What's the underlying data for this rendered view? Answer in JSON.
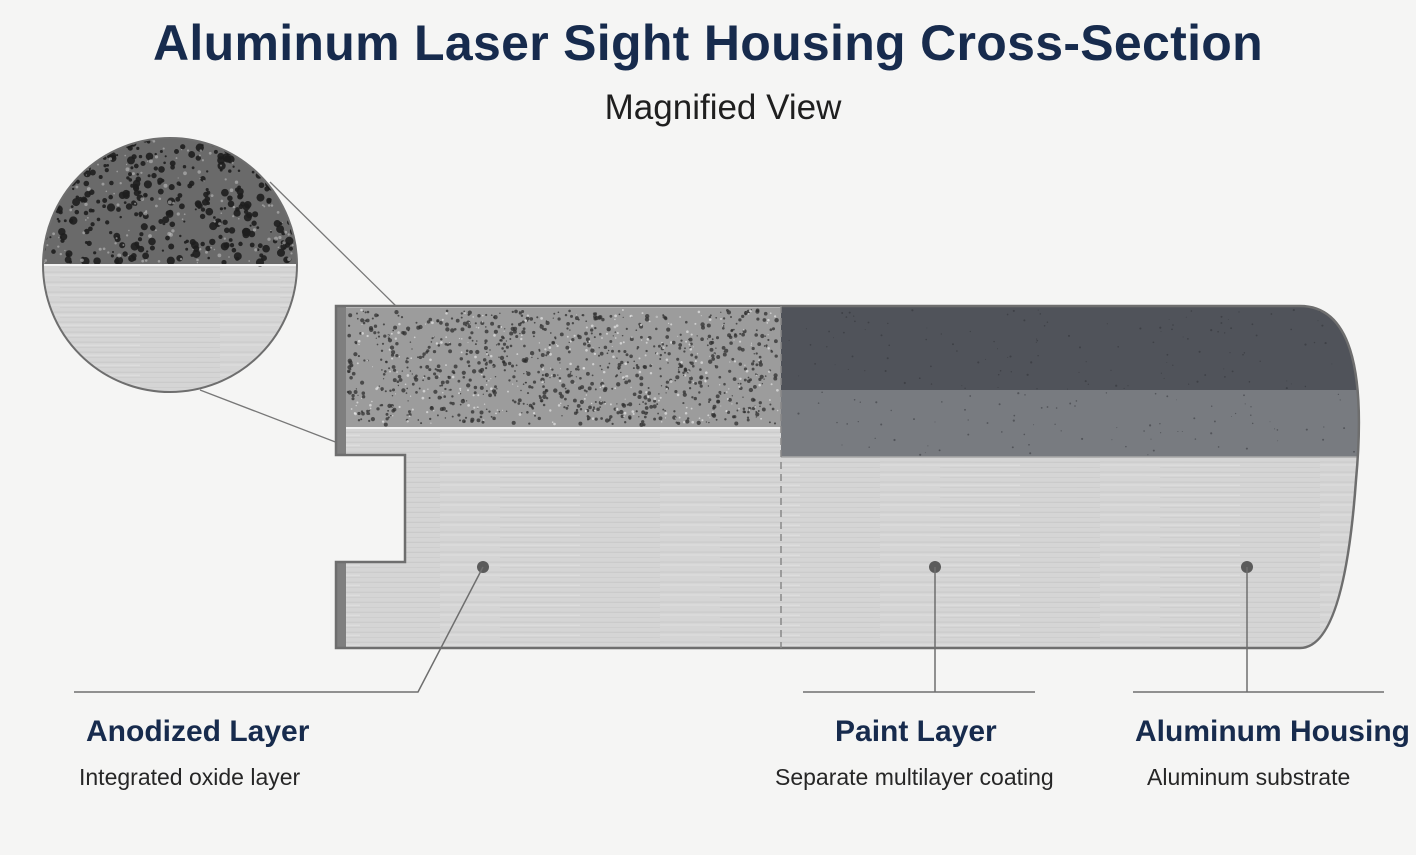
{
  "title": "Aluminum Laser Sight Housing Cross-Section",
  "subtitle": "Magnified View",
  "callouts": [
    {
      "title": "Anodized Layer",
      "description": "Integrated oxide layer"
    },
    {
      "title": "Paint Layer",
      "description": "Separate multilayer coating"
    },
    {
      "title": "Aluminum Housing",
      "description": "Aluminum substrate"
    }
  ],
  "colors": {
    "title": "#172b4d",
    "porous_layer": "#9a9a9a",
    "paint_top": "#505358",
    "paint_bottom": "#777a7f",
    "aluminum": "#d6d6d6",
    "outline": "#6e6e6e",
    "background": "#f5f5f4"
  }
}
